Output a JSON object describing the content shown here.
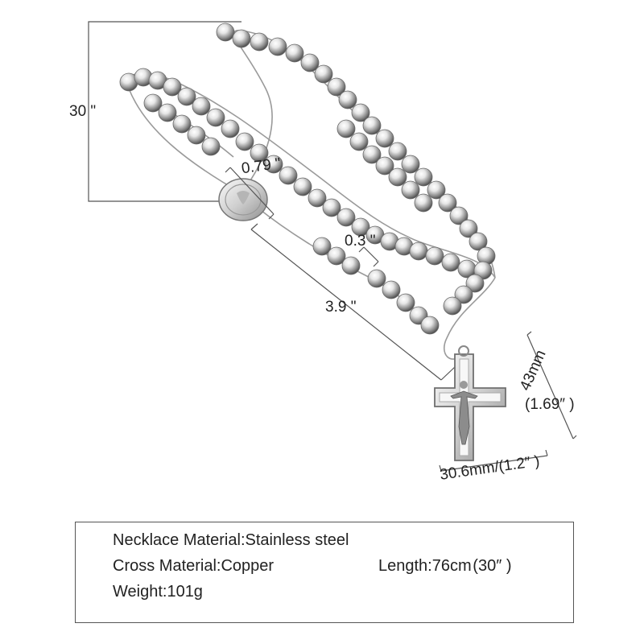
{
  "dimensions": {
    "length": "30 \"",
    "medal_width": "0.79 \"",
    "bead_size": "0.3 \"",
    "drop_length": "3.9 \"",
    "cross_height_mm": "43mm",
    "cross_height_in": "(1.69″ )",
    "cross_width": "30.6mm/(1.2″ )"
  },
  "specs": {
    "necklace_material": "Necklace Material:Stainless steel",
    "cross_material": "Cross Material:Copper",
    "length": "Length:76cm (30″ )",
    "weight": "Weight:101g"
  },
  "colors": {
    "bead_light": "#f4f4f4",
    "bead_dark": "#5a5a5a",
    "line": "#555555"
  }
}
